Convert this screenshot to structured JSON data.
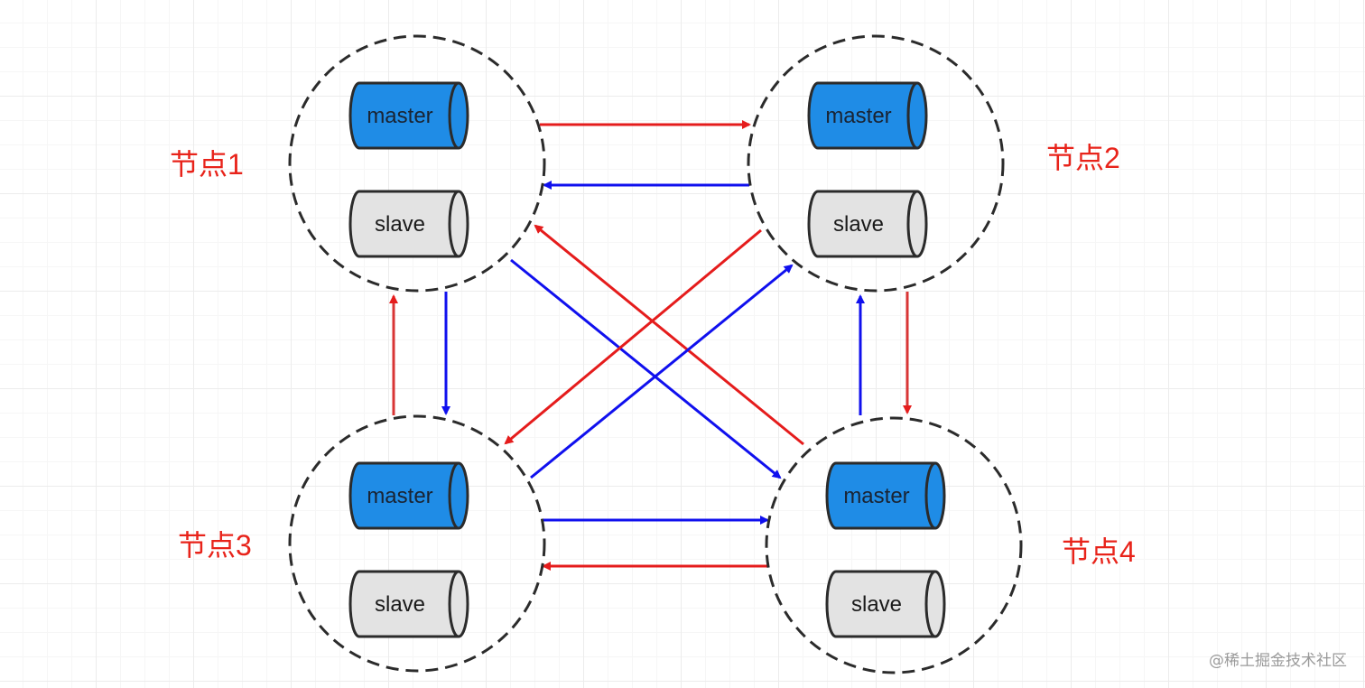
{
  "nodes": [
    {
      "id": "node1",
      "label": "节点1",
      "master_label": "master",
      "slave_label": "slave"
    },
    {
      "id": "node2",
      "label": "节点2",
      "master_label": "master",
      "slave_label": "slave"
    },
    {
      "id": "node3",
      "label": "节点3",
      "master_label": "master",
      "slave_label": "slave"
    },
    {
      "id": "node4",
      "label": "节点4",
      "master_label": "master",
      "slave_label": "slave"
    }
  ],
  "edges": [
    {
      "from": "node1",
      "to": "node2",
      "color": "red"
    },
    {
      "from": "node2",
      "to": "node1",
      "color": "blue"
    },
    {
      "from": "node3",
      "to": "node1",
      "color": "red"
    },
    {
      "from": "node1",
      "to": "node3",
      "color": "blue"
    },
    {
      "from": "node2",
      "to": "node4",
      "color": "red"
    },
    {
      "from": "node4",
      "to": "node2",
      "color": "blue"
    },
    {
      "from": "node3",
      "to": "node4",
      "color": "blue"
    },
    {
      "from": "node4",
      "to": "node3",
      "color": "red"
    },
    {
      "from": "node4",
      "to": "node1",
      "color": "red"
    },
    {
      "from": "node1",
      "to": "node4",
      "color": "blue"
    },
    {
      "from": "node2",
      "to": "node3",
      "color": "red"
    },
    {
      "from": "node3",
      "to": "node2",
      "color": "blue"
    }
  ],
  "colors": {
    "master_fill": "#1f8ce6",
    "slave_fill": "#e3e3e3",
    "red_arrow": "#e51c1c",
    "blue_arrow": "#1010ee",
    "label_color": "#e8231a"
  },
  "watermark": "@稀土掘金技术社区"
}
